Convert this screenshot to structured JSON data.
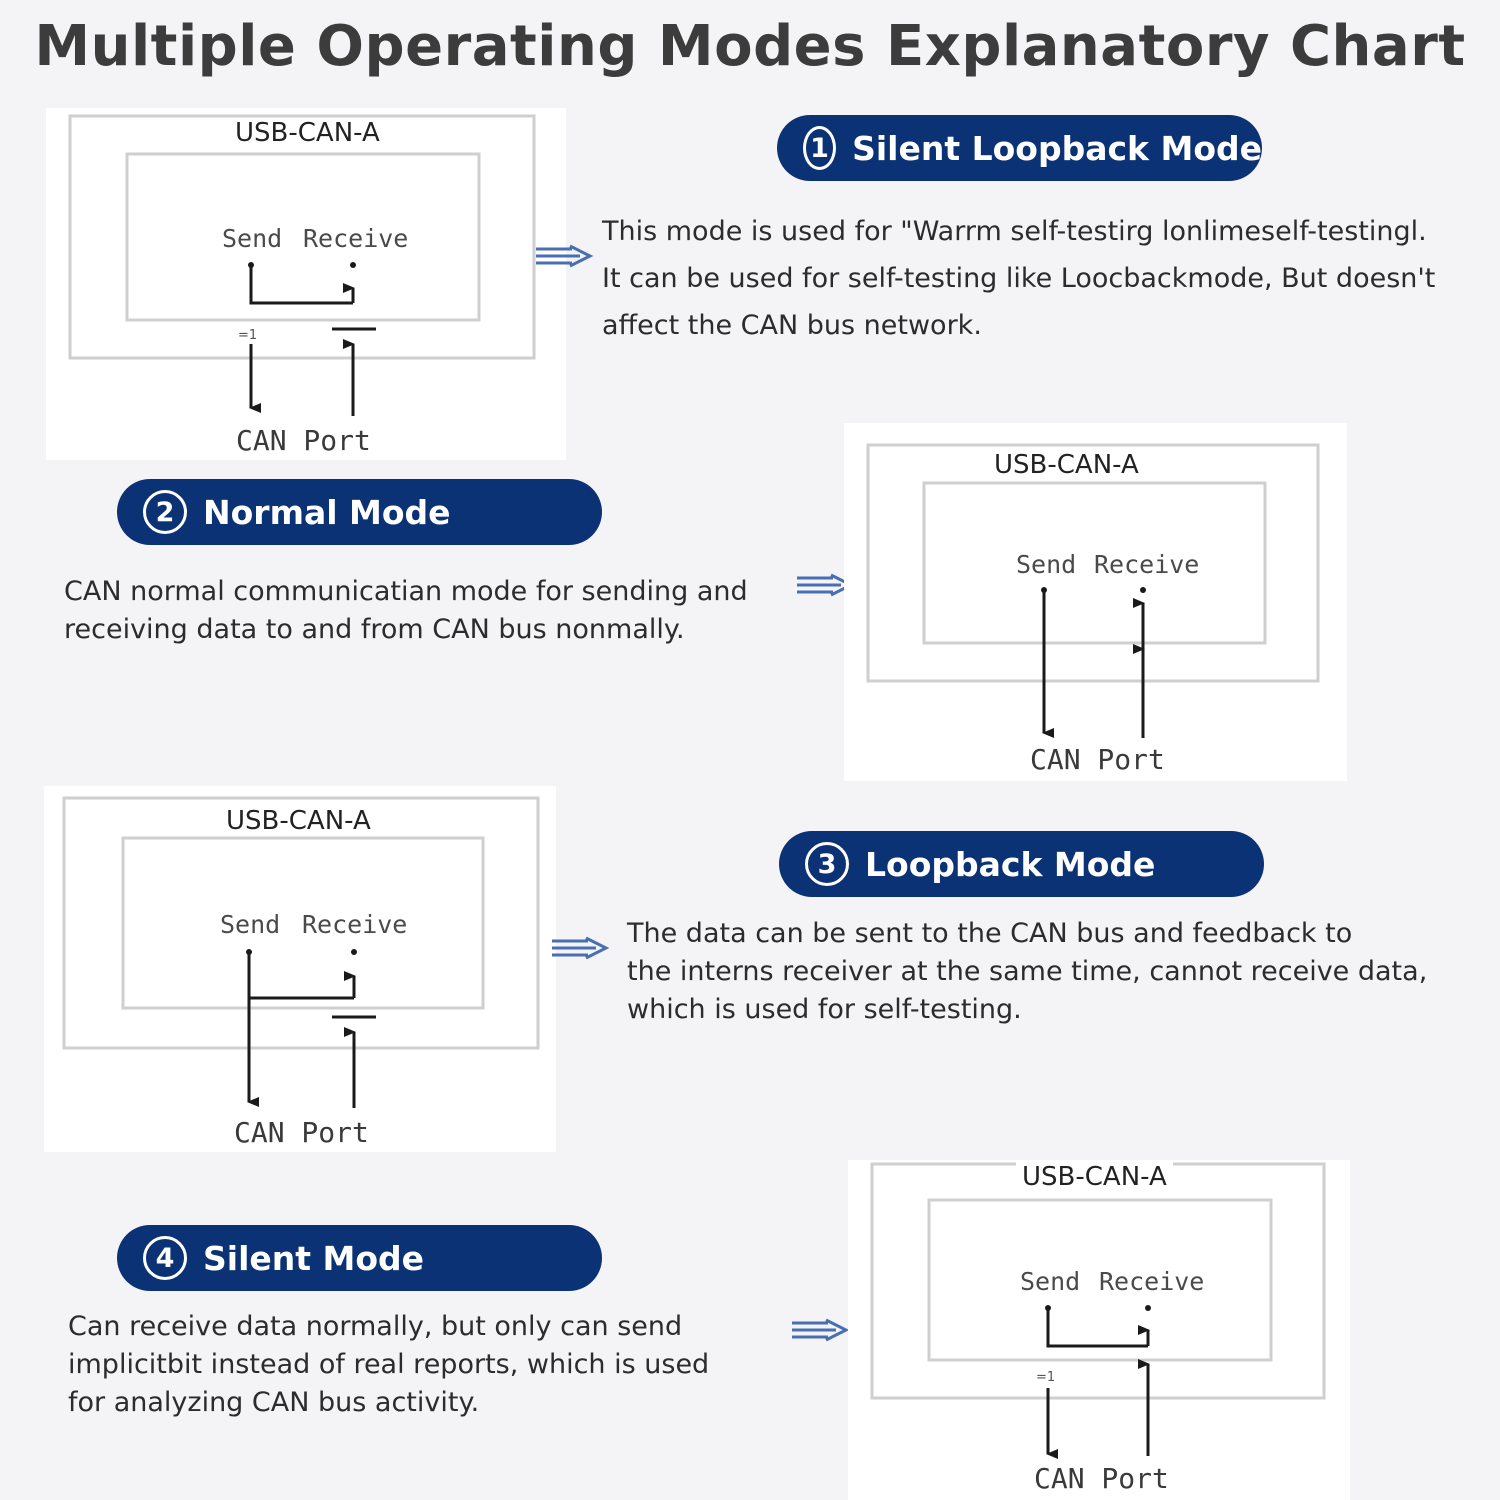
{
  "title": "Multiple Operating Modes Explanatory Chart",
  "diagram_labels": {
    "device": "USB-CAN-A",
    "send": "Send",
    "receive": "Receive",
    "port": "CAN Port",
    "eq": "=1"
  },
  "modes": [
    {
      "number": "1",
      "name": "Silent Loopback Mode",
      "description": [
        "This mode is used for \"Warrm self-testirg lonlimeself-testingl.",
        "It can be used for self-testing like Loocbackmode, But doesn't",
        "affect the CAN bus network."
      ]
    },
    {
      "number": "2",
      "name": "Normal Mode",
      "description": [
        "CAN normal communicatian mode for sending and",
        " receiving data to and from CAN bus nonmally."
      ]
    },
    {
      "number": "3",
      "name": "Loopback Mode",
      "description": [
        "The data can be sent to the CAN bus and feedback to",
        "the interns receiver at the same time, cannot receive data,",
        "which is used for self-testing."
      ]
    },
    {
      "number": "4",
      "name": "Silent Mode",
      "description": [
        "Can receive data normally, but only can send",
        "implicitbit instead of real reports, which is used",
        "for analyzing CAN bus activity."
      ]
    }
  ],
  "colors": {
    "pill_background": "#0b3274",
    "arrow": "#4a6fb0"
  }
}
